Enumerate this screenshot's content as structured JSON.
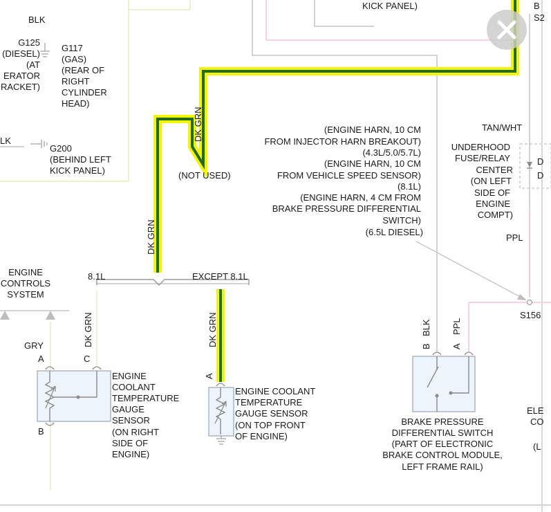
{
  "labels": {
    "blk_top": "BLK",
    "g125_1": "G125",
    "g125_2": "(DIESEL)",
    "g125_3": "(AT",
    "g125_4": "ERATOR",
    "g125_5": "RACKET)",
    "g117_1": "G117",
    "g117_2": "(GAS)",
    "g117_3": "(REAR OF",
    "g117_4": "RIGHT",
    "g117_5": "CYLINDER",
    "g117_6": "HEAD)",
    "lk": "LK",
    "g200_1": "G200",
    "g200_2": "(BEHIND LEFT",
    "g200_3": "KICK PANEL)",
    "kick_panel_top": "KICK PANEL)",
    "b_edge": "B",
    "s2_edge": "S2",
    "dk_grn_upper": "DK GRN",
    "not_used": "(NOT USED)",
    "dk_grn_vertical": "DK GRN",
    "l81": "8.1L",
    "except81": "EXCEPT 8.1L",
    "engine_controls_1": "ENGINE",
    "engine_controls_2": "CONTROLS",
    "engine_controls_3": "SYSTEM",
    "gry": "GRY",
    "pin_a_left": "A",
    "pin_c_left": "C",
    "pin_b_left": "B",
    "dk_grn_c": "DK GRN",
    "dk_grn_a": "DK GRN",
    "pin_a_mid": "A",
    "ect_gauge_1": "ENGINE",
    "ect_gauge_2": "COOLANT",
    "ect_gauge_3": "TEMPERATURE",
    "ect_gauge_4": "GAUGE",
    "ect_gauge_5": "SENSOR",
    "ect_gauge_6": "(ON RIGHT",
    "ect_gauge_7": "SIDE OF",
    "ect_gauge_8": "ENGINE)",
    "ect2_1": "ENGINE COOLANT",
    "ect2_2": "TEMPERATURE",
    "ect2_3": "GAUGE SENSOR",
    "ect2_4": "(ON TOP FRONT",
    "ect2_5": "OF ENGINE)",
    "harn_1": "(ENGINE HARN, 10 CM",
    "harn_2": "FROM INJECTOR HARN BREAKOUT)",
    "harn_3": "(4.3L/5.0/5.7L)",
    "harn_4": "(ENGINE HARN, 10 CM",
    "harn_5": "FROM VEHICLE SPEED SENSOR)",
    "harn_6": "(8.1L)",
    "harn_7": "(ENGINE HARN, 4 CM FROM",
    "harn_8": "BRAKE PRESSURE DIFFERENTIAL",
    "harn_9": "SWITCH)",
    "harn_10": "(6.5L DIESEL)",
    "tan_wht": "TAN/WHT",
    "fuse_1": "UNDERHOOD",
    "fuse_2": "FUSE/RELAY",
    "fuse_3": "CENTER",
    "fuse_4": "(ON LEFT",
    "fuse_5": "SIDE OF",
    "fuse_6": "ENGINE",
    "fuse_7": "COMPT)",
    "d_edge_1": "D",
    "d_edge_2": "D",
    "ppl_right": "PPL",
    "s156": "S156",
    "blk_b": "BLK",
    "ppl_a": "PPL",
    "pin_b_right": "B",
    "pin_a_right": "A",
    "bpd_1": "BRAKE PRESSURE",
    "bpd_2": "DIFFERENTIAL SWITCH",
    "bpd_3": "(PART OF ELECTRONIC",
    "bpd_4": "BRAKE CONTROL MODULE,",
    "bpd_5": "LEFT FRAME RAIL)",
    "ele_edge": "ELE",
    "co_edge": "CO",
    "l_edge": "(L"
  },
  "close_button": {
    "icon": "close-icon"
  },
  "colors": {
    "highlight": "#f5f500",
    "wire_green": "#1f6b1f",
    "wire_gray": "#b8b8b8",
    "wire_pink": "#f0b8d8",
    "wire_yellow": "#eeeec0",
    "component_fill": "#eef4fb"
  }
}
